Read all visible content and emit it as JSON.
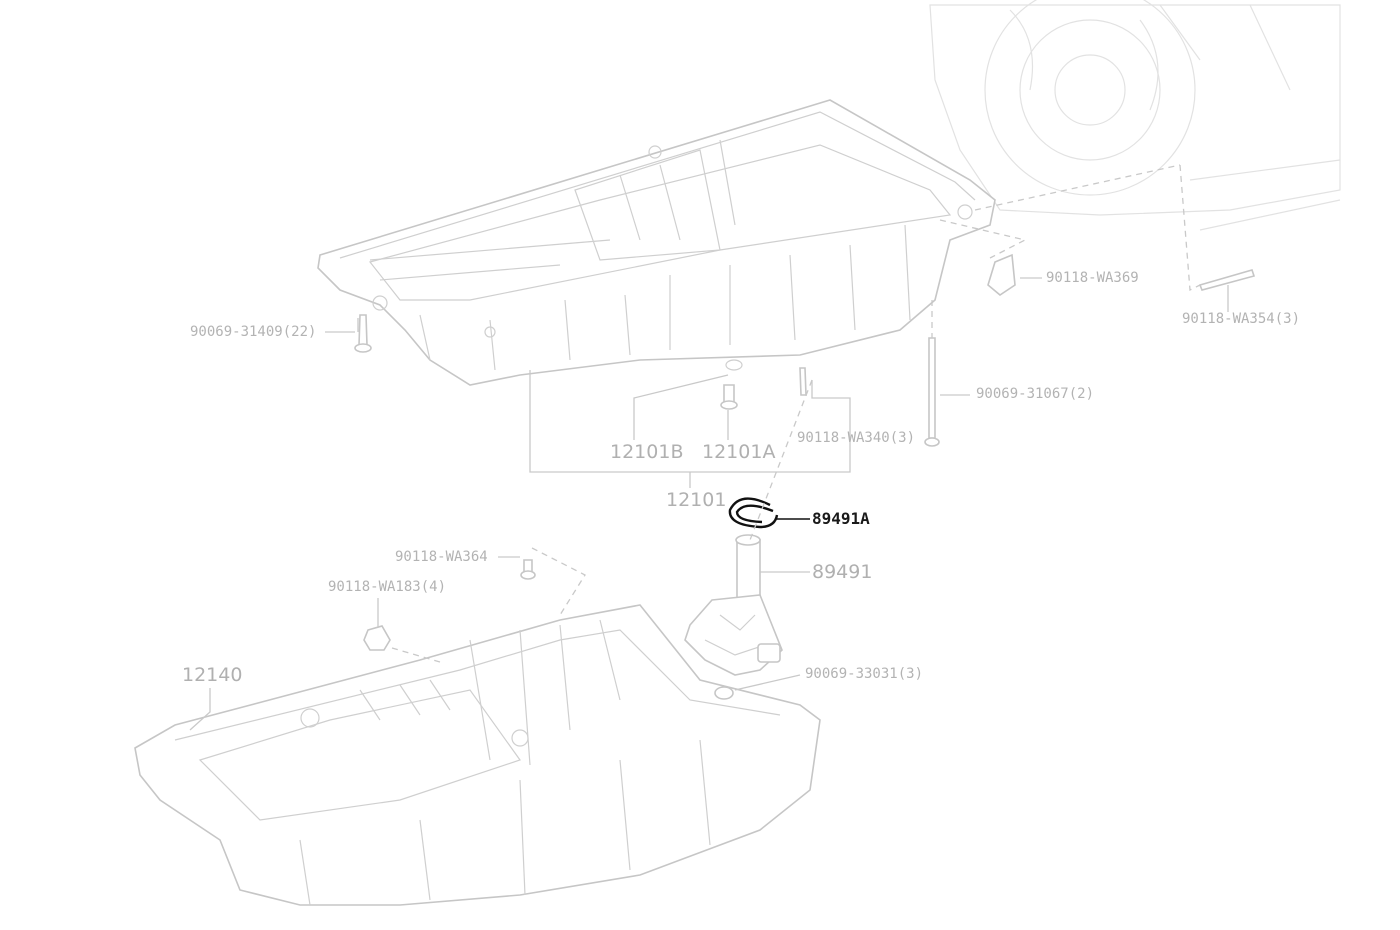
{
  "labels": {
    "p12101": "12101",
    "p12101A": "12101A",
    "p12101B": "12101B",
    "p12140": "12140",
    "p89491": "89491",
    "p89491A": "89491A",
    "b90069_31409": "90069-31409(22)",
    "b90069_31067": "90069-31067(2)",
    "b90069_33031": "90069-33031(3)",
    "b90118_WA340": "90118-WA340(3)",
    "b90118_WA354": "90118-WA354(3)",
    "b90118_WA364": "90118-WA364",
    "b90118_WA369": "90118-WA369",
    "b90118_WA183": "90118-WA183(4)"
  },
  "highlighted_part": "89491A",
  "colors": {
    "line_art": "#c6c6c6",
    "labels": "#b3b3b3",
    "highlight": "#1a1a1a",
    "background": "#ffffff"
  }
}
